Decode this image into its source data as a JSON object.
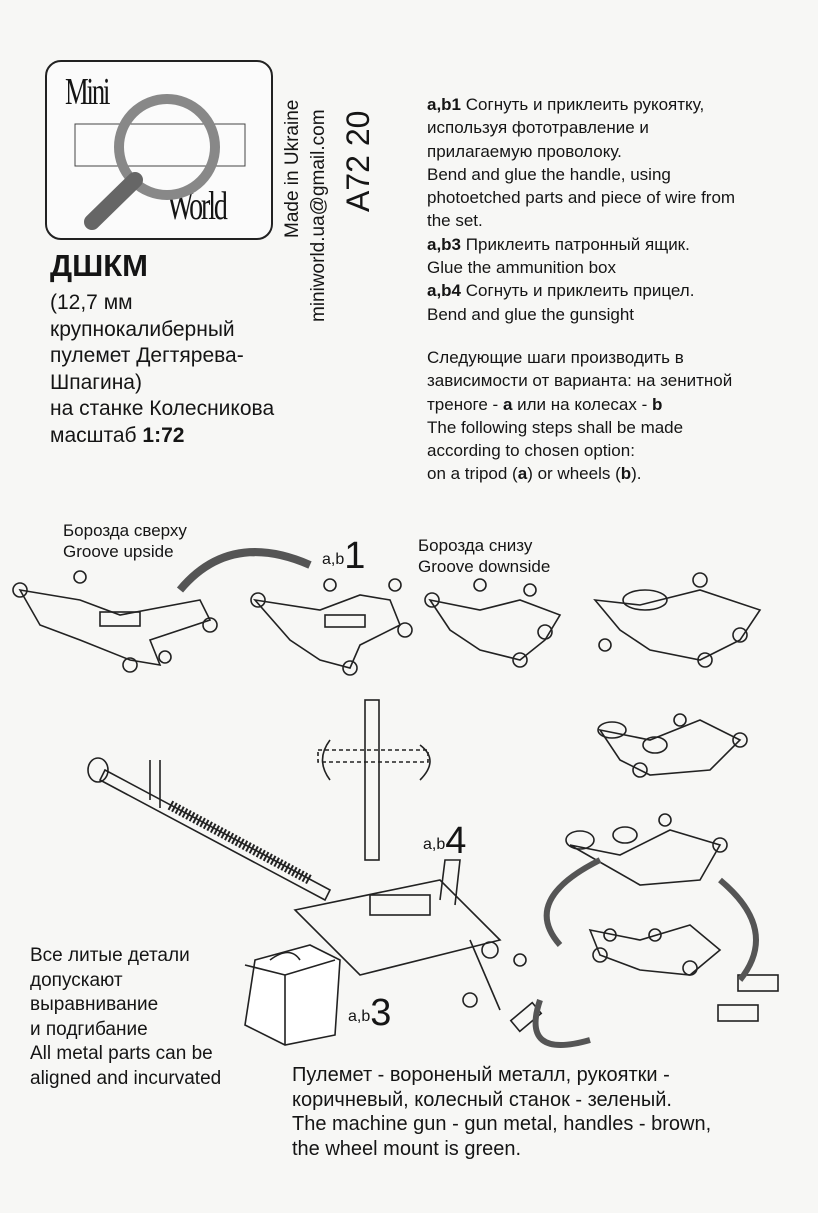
{
  "logo": {
    "line1": "Mini",
    "line2": "World"
  },
  "made_in": "Made in Ukraine",
  "email": "miniworld.ua@gmail.com",
  "article": "A72 20",
  "title": "ДШКМ",
  "description": [
    "(12,7 мм",
    "крупнокалиберный",
    "пулемет Дегтярева-",
    "Шпагина)",
    "на станке Колесникова"
  ],
  "scale_label": "масштаб",
  "scale_value": "1:72",
  "instructions": [
    {
      "step": "a,b1",
      "ru": "Согнуть и приклеить рукоятку,",
      "ru2": "используя фототравление и",
      "ru3": "прилагаемую проволоку.",
      "en": "Bend and glue the handle, using",
      "en2": "photoetched parts and piece of wire from",
      "en3": "the set."
    },
    {
      "step": "a,b3",
      "ru": "Приклеить патронный ящик.",
      "en": "Glue the ammunition box"
    },
    {
      "step": "a,b4",
      "ru": "Согнуть и приклеить прицел.",
      "en": "Bend and glue the gunsight"
    }
  ],
  "options": {
    "ru1": "Следующие шаги производить в",
    "ru2": "зависимости от варианта: на зенитной",
    "ru3a": "треноге - ",
    "ru3b": "a",
    "ru3c": " или на колесах - ",
    "ru3d": "b",
    "en1": "The following steps shall be made",
    "en2": "according to chosen option:",
    "en3a": "on a tripod (",
    "en3b": "a",
    "en3c": ") or wheels (",
    "en3d": "b",
    "en3e": ")."
  },
  "diagram": {
    "groove_up_ru": "Борозда сверху",
    "groove_up_en": "Groove upside",
    "groove_down_ru": "Борозда снизу",
    "groove_down_en": "Groove downside",
    "step1_prefix": "a,b",
    "step1_num": "1",
    "step4_prefix": "a,b",
    "step4_num": "4",
    "step3_prefix": "a,b",
    "step3_num": "3"
  },
  "note_left": [
    "Все литые детали",
    "допускают",
    "выравнивание",
    "и подгибание",
    "All metal parts can be",
    "aligned and incurvated"
  ],
  "note_bottom": [
    "Пулемет - вороненый металл, рукоятки -",
    "коричневый, колесный станок - зеленый.",
    "The machine gun - gun metal, handles - brown,",
    "the wheel mount is green."
  ]
}
